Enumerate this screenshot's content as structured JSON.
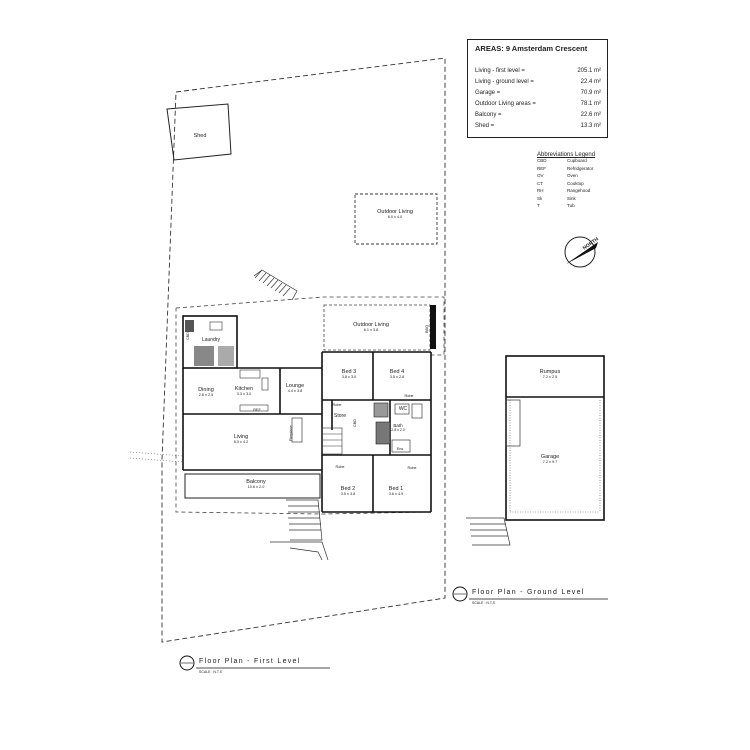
{
  "areas": {
    "title": "AREAS:  9 Amsterdam Crescent",
    "rows": [
      {
        "label": "Living - first level =",
        "value": "205.1 m²"
      },
      {
        "label": "Living - ground level =",
        "value": "22.4 m²"
      },
      {
        "label": "Garage =",
        "value": "70.9 m²"
      },
      {
        "label": "Outdoor Living areas =",
        "value": "78.1 m²"
      },
      {
        "label": "Balcony =",
        "value": "22.6 m²"
      },
      {
        "label": "Shed =",
        "value": "13.3 m²"
      }
    ]
  },
  "legend": {
    "title": "Abbreviations Legend",
    "rows": [
      {
        "abbr": "CBD",
        "meaning": "Cupboard"
      },
      {
        "abbr": "REF",
        "meaning": "Refridgerator"
      },
      {
        "abbr": "OV",
        "meaning": "Oven"
      },
      {
        "abbr": "CT",
        "meaning": "Cooktop"
      },
      {
        "abbr": "RH",
        "meaning": "Rangehood"
      },
      {
        "abbr": "Sk",
        "meaning": "Sink"
      },
      {
        "abbr": "T",
        "meaning": "Tub"
      }
    ]
  },
  "north_label": "NORTH",
  "site": {
    "shed": "Shed",
    "outdoor_living_top": {
      "name": "Outdoor Living",
      "dims": "6.0 x 4.0"
    }
  },
  "first_level": {
    "title": "Floor Plan - First Level",
    "scale": "SCALE : N.T.S",
    "rooms": {
      "laundry": "Laundry",
      "dining": {
        "name": "Dining",
        "dims": "2.6 x 2.5"
      },
      "kitchen": {
        "name": "Kitchen",
        "dims": "3.3 x 3.0"
      },
      "lounge": {
        "name": "Lounge",
        "dims": "4.4 x 3.8"
      },
      "outdoor_living": {
        "name": "Outdoor Living",
        "dims": "6.1 x 3.8"
      },
      "bed3": {
        "name": "Bed 3",
        "dims": "3.8 x 3.0"
      },
      "bed4": {
        "name": "Bed 4",
        "dims": "3.5 x 2.8"
      },
      "living": {
        "name": "Living",
        "dims": "5.3 x 4.2"
      },
      "balcony": {
        "name": "Balcony",
        "dims": "10.6 x 2.0"
      },
      "bed2": {
        "name": "Bed 2",
        "dims": "3.5 x 3.8"
      },
      "bed1": {
        "name": "Bed 1",
        "dims": "3.6 x 4.9"
      },
      "bath": {
        "name": "Bath",
        "dims": "2.8 x 2.0"
      }
    },
    "labels": {
      "robe": "Robe",
      "store": "Store",
      "wc": "WC",
      "cbd": "CBD",
      "fireplace": "Fireplace",
      "ref": "REF",
      "bbq": "BBQ",
      "ens": "Ens"
    }
  },
  "ground_level": {
    "title": "Floor Plan - Ground Level",
    "scale": "SCALE : N.T.S",
    "rooms": {
      "rumpus": {
        "name": "Rumpus",
        "dims": "7.2 x 2.5"
      },
      "garage": {
        "name": "Garage",
        "dims": "7.2 x 9.7"
      }
    }
  }
}
